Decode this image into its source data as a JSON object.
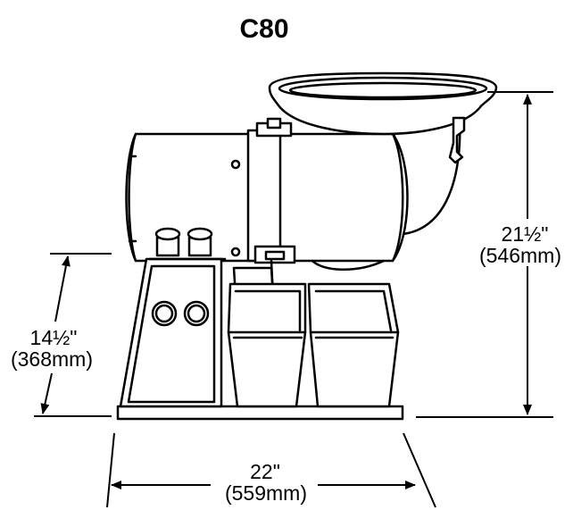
{
  "title": "C80",
  "dimensions": {
    "height_total": {
      "imperial": "21½\"",
      "metric": "(546mm)"
    },
    "height_base": {
      "imperial": "14½\"",
      "metric": "(368mm)"
    },
    "width": {
      "imperial": "22\"",
      "metric": "(559mm)"
    }
  },
  "colors": {
    "line": "#000000",
    "fill": "#ffffff"
  }
}
